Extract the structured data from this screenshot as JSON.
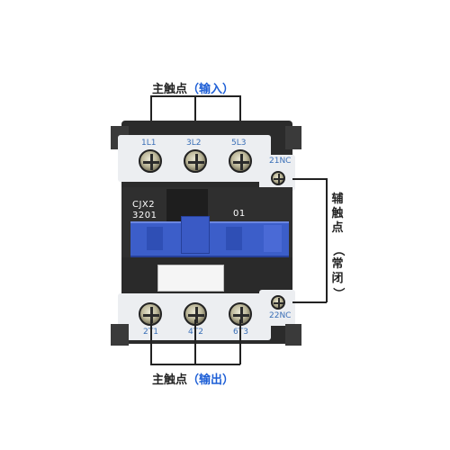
{
  "callouts": {
    "top": {
      "prefix": "主触点",
      "paren_open": "（",
      "highlight": "输入",
      "paren_close": "）"
    },
    "bottom": {
      "prefix": "主触点",
      "paren_open": "（",
      "highlight": "输出",
      "paren_close": "）"
    },
    "aux": {
      "chars": [
        "辅",
        "触",
        "点"
      ],
      "paren_open": "（",
      "highlight_chars": [
        "常",
        "闭"
      ],
      "paren_close": "）"
    }
  },
  "device": {
    "model_line1": "CJX2",
    "model_line2": "3201",
    "contact_code": "01",
    "top_terminals": [
      "1L1",
      "3L2",
      "5L3"
    ],
    "bottom_terminals": [
      "2T1",
      "4T2",
      "6T3"
    ],
    "aux_top": "21NC",
    "aux_bottom": "22NC"
  },
  "colors": {
    "body_dark": "#2b2b2b",
    "body_light": "#e9ecef",
    "slider_blue": "#3c5ec9",
    "accent_blue": "#1e5fd6"
  }
}
